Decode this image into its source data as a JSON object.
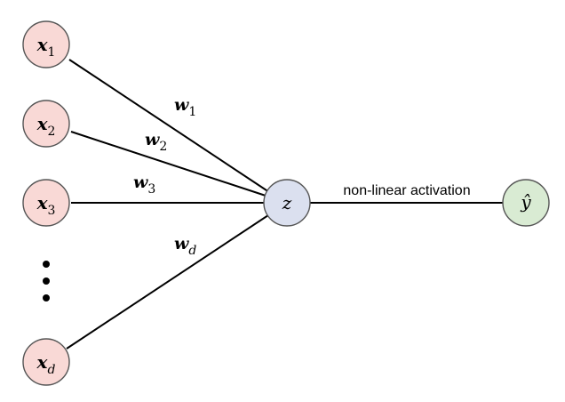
{
  "inputs": [
    {
      "base": "x",
      "sub": "1"
    },
    {
      "base": "x",
      "sub": "2"
    },
    {
      "base": "x",
      "sub": "3"
    },
    {
      "base": "x",
      "sub": "d"
    }
  ],
  "weights": [
    {
      "base": "w",
      "sub": "1"
    },
    {
      "base": "w",
      "sub": "2"
    },
    {
      "base": "w",
      "sub": "3"
    },
    {
      "base": "w",
      "sub": "d"
    }
  ],
  "sum_node": {
    "label": "z"
  },
  "output_node": {
    "label": "ŷ"
  },
  "activation_label": "non-linear activation",
  "colors": {
    "input_fill": "#f9d9d6",
    "sum_fill": "#dbe0ef",
    "output_fill": "#d9ebd3",
    "edge": "#000000"
  }
}
